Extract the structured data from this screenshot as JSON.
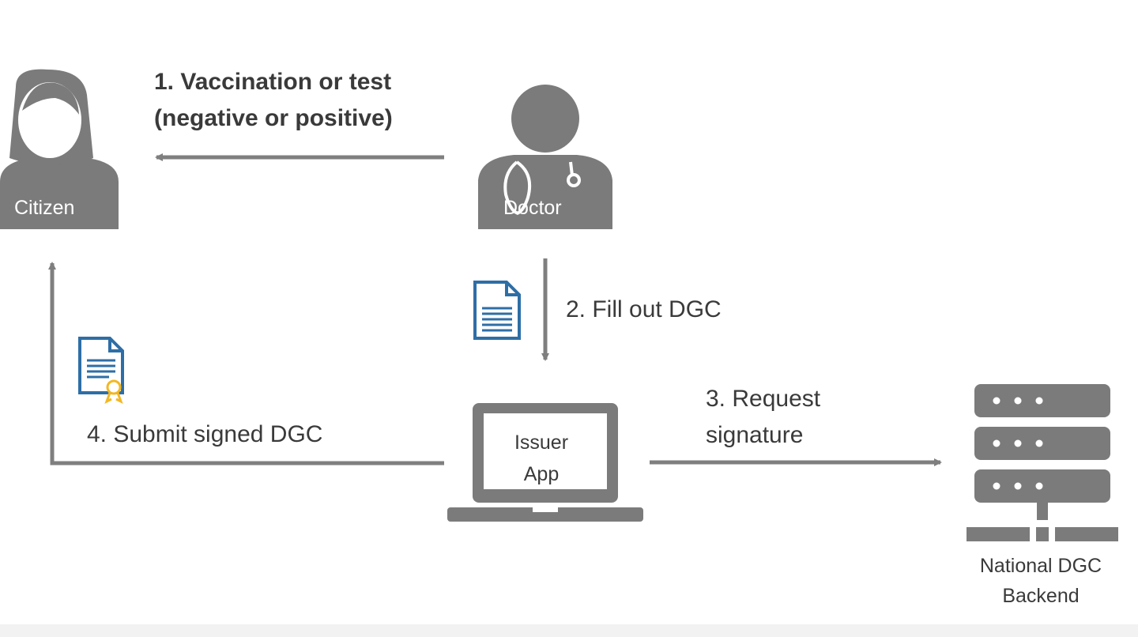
{
  "actors": {
    "citizen": "Citizen",
    "doctor": "Doctor",
    "issuer_app": [
      "Issuer",
      "App"
    ],
    "backend": [
      "National DGC",
      "Backend"
    ]
  },
  "steps": {
    "step1": [
      "1. Vaccination  or test",
      "(negative or positive)"
    ],
    "step2": "2. Fill out DGC",
    "step3": [
      "3. Request",
      "signature"
    ],
    "step4": "4. Submit signed DGC"
  },
  "colors": {
    "figure_gray": "#7b7b7b",
    "arrow_gray": "#7f7f7f",
    "document_blue": "#2e6ea6",
    "seal_gold": "#f2b824",
    "text": "#3a3a3a"
  },
  "icons": {
    "citizen": "person-female-icon",
    "doctor": "doctor-stethoscope-icon",
    "form": "document-icon",
    "signed_form": "certificate-document-icon",
    "laptop": "laptop-icon",
    "server": "server-rack-icon"
  }
}
